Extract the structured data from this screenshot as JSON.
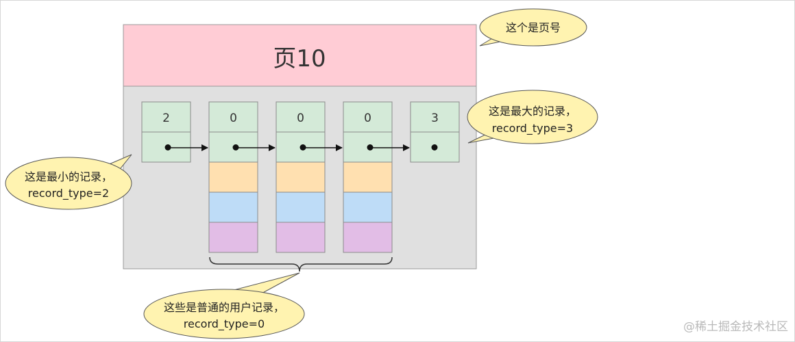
{
  "page": {
    "title": "页10"
  },
  "records": [
    {
      "id": "infimum",
      "header": "2",
      "stacked": false
    },
    {
      "id": "user-1",
      "header": "0",
      "stacked": true
    },
    {
      "id": "user-2",
      "header": "0",
      "stacked": true
    },
    {
      "id": "user-3",
      "header": "0",
      "stacked": true
    },
    {
      "id": "supremum",
      "header": "3",
      "stacked": false
    }
  ],
  "callouts": {
    "page_number": {
      "lines": [
        "这个是页号"
      ]
    },
    "min_record": {
      "lines": [
        "这是最小的记录，",
        "record_type=2"
      ]
    },
    "max_record": {
      "lines": [
        "这是最大的记录，",
        "record_type=3"
      ]
    },
    "user_records": {
      "lines": [
        "这些是普通的用户记录，",
        "record_type=0"
      ]
    }
  },
  "watermark": "@稀土掘金技术社区",
  "colors": {
    "page_header": "#ffccd5",
    "page_body": "#e0e0e0",
    "record_green": "#d4ead8",
    "field_orange": "#ffe0b0",
    "field_blue": "#bedcf7",
    "field_purple": "#e2bde6",
    "callout_fill": "#fff3b0"
  }
}
